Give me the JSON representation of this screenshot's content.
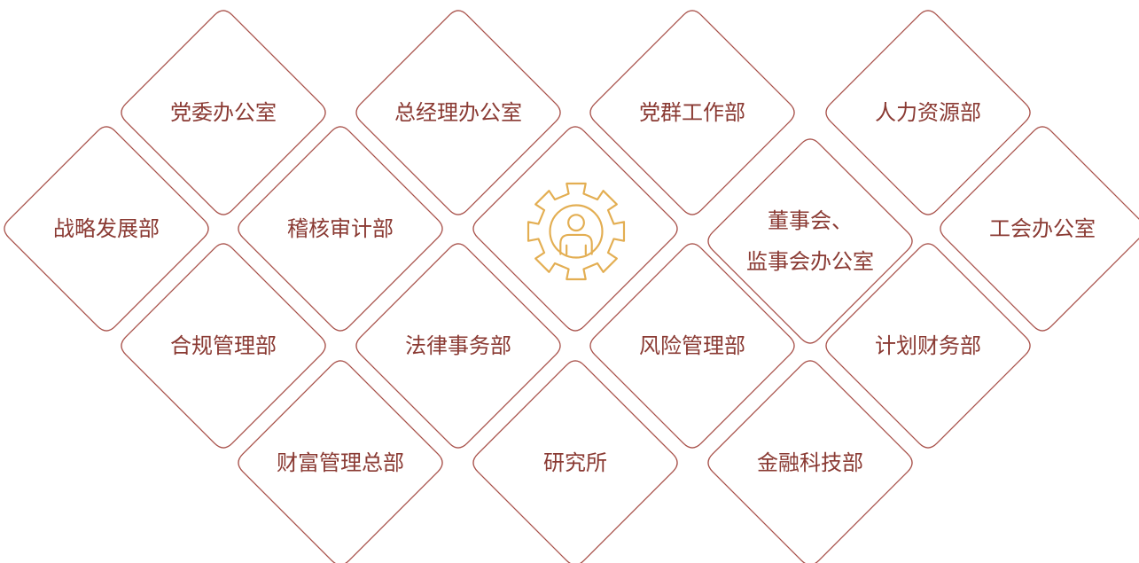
{
  "colors": {
    "border": "#a8514a",
    "text": "#8a3a33",
    "icon": "#e3ae52"
  },
  "center": {
    "icon": "gear-person-icon"
  },
  "departments": [
    {
      "id": "party-committee-office",
      "lines": [
        "党委办公室"
      ]
    },
    {
      "id": "general-manager-office",
      "lines": [
        "总经理办公室"
      ]
    },
    {
      "id": "party-mass-work-dept",
      "lines": [
        "党群工作部"
      ]
    },
    {
      "id": "human-resources-dept",
      "lines": [
        "人力资源部"
      ]
    },
    {
      "id": "strategy-development-dept",
      "lines": [
        "战略发展部"
      ]
    },
    {
      "id": "audit-dept",
      "lines": [
        "稽核审计部"
      ]
    },
    {
      "id": "board-supervisors-office",
      "lines": [
        "董事会、",
        "监事会办公室"
      ]
    },
    {
      "id": "union-office",
      "lines": [
        "工会办公室"
      ]
    },
    {
      "id": "compliance-management-dept",
      "lines": [
        "合规管理部"
      ]
    },
    {
      "id": "legal-affairs-dept",
      "lines": [
        "法律事务部"
      ]
    },
    {
      "id": "risk-management-dept",
      "lines": [
        "风险管理部"
      ]
    },
    {
      "id": "planning-finance-dept",
      "lines": [
        "计划财务部"
      ]
    },
    {
      "id": "wealth-management-hq",
      "lines": [
        "财富管理总部"
      ]
    },
    {
      "id": "research-institute",
      "lines": [
        "研究所"
      ]
    },
    {
      "id": "fintech-dept",
      "lines": [
        "金融科技部"
      ]
    }
  ]
}
